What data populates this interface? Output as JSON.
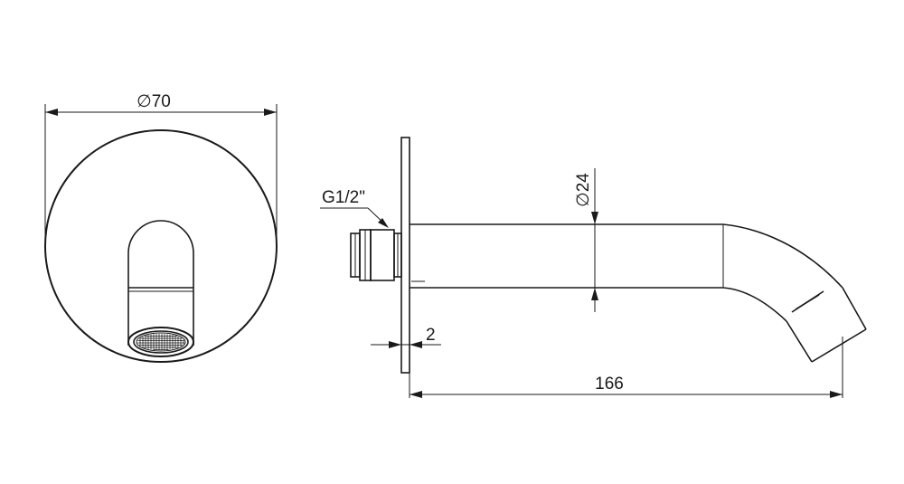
{
  "dimensions": {
    "rosette_diameter": "∅70",
    "spout_diameter": "∅24",
    "thread": "G1/2\"",
    "plate_thickness": "2",
    "overall_length": "166"
  }
}
